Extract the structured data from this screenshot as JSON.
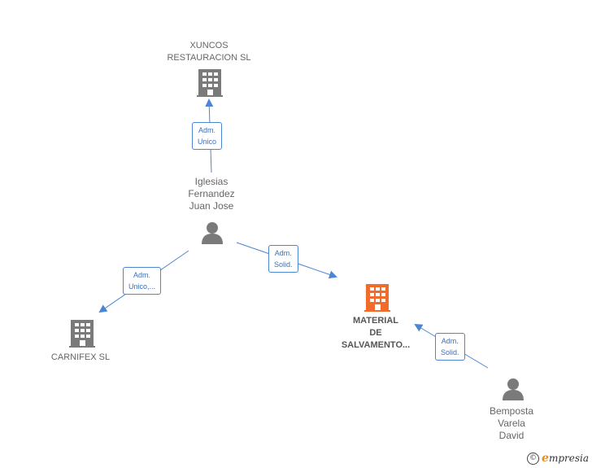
{
  "colors": {
    "edge": "#4a86d4",
    "company": "#7a7a7a",
    "focus_company": "#f06b2c",
    "person": "#7a7a7a"
  },
  "nodes": {
    "xuncos": {
      "lines": [
        "XUNCOS",
        "RESTAURACION SL"
      ],
      "icon": "building-icon"
    },
    "iglesias": {
      "lines": [
        "Iglesias",
        "Fernandez",
        "Juan Jose"
      ],
      "icon": "person-icon"
    },
    "carnifex": {
      "lines": [
        "CARNIFEX SL"
      ],
      "icon": "building-icon"
    },
    "material": {
      "lines": [
        "MATERIAL",
        "DE",
        "SALVAMENTO..."
      ],
      "icon": "building-icon"
    },
    "bemposta": {
      "lines": [
        "Bemposta",
        "Varela",
        "David"
      ],
      "icon": "person-icon"
    }
  },
  "edges": {
    "iglesias_xuncos": {
      "lines": [
        "Adm.",
        "Unico"
      ]
    },
    "iglesias_carnifex": {
      "lines": [
        "Adm.",
        "Unico,..."
      ]
    },
    "iglesias_material": {
      "lines": [
        "Adm.",
        "Solid."
      ]
    },
    "bemposta_material": {
      "lines": [
        "Adm.",
        "Solid."
      ]
    }
  },
  "footer": {
    "copyright_symbol": "©",
    "brand_first": "e",
    "brand_rest": "mpresia"
  }
}
